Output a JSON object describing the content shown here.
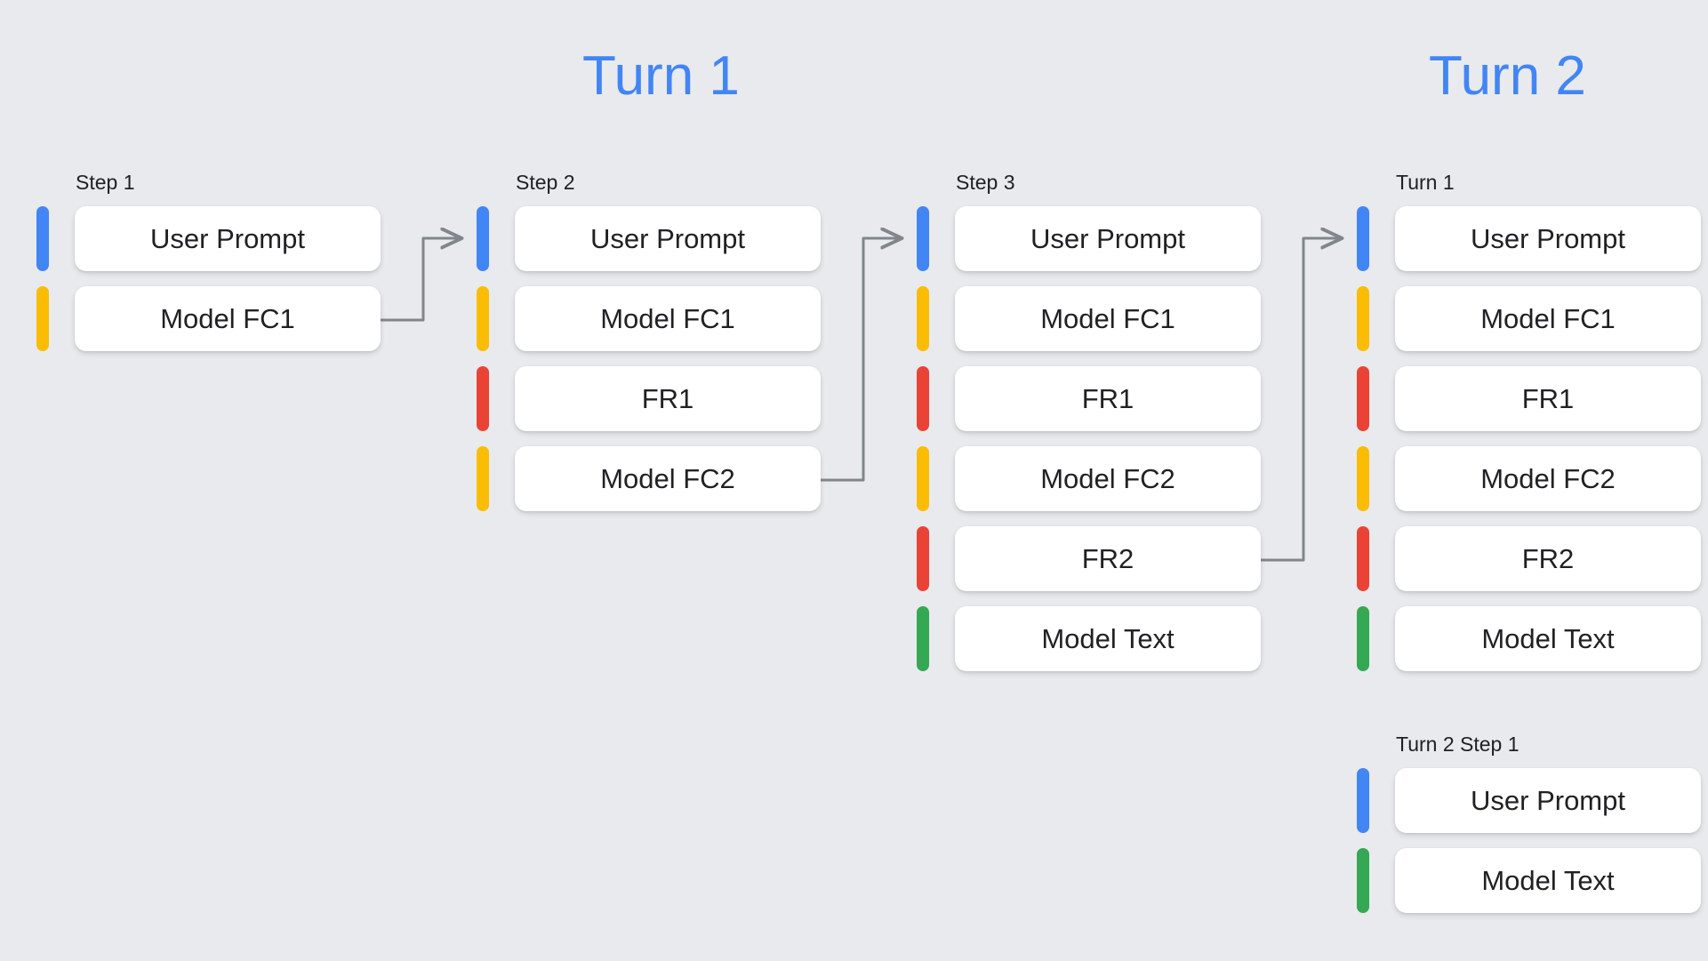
{
  "background_color": "#e8eaed",
  "headings": [
    {
      "id": "turn-1",
      "text": "Turn 1",
      "color": "#4285f4"
    },
    {
      "id": "turn-2",
      "text": "Turn 2",
      "color": "#4285f4"
    }
  ],
  "palette": {
    "user_prompt": "#4285f4",
    "model_fc": "#fbbc04",
    "function_response": "#ea4335",
    "model_text": "#34a853",
    "card_background": "#ffffff",
    "text": "#202124",
    "connector": "#80868b"
  },
  "columns": [
    {
      "id": "step-1",
      "label": "Step 1",
      "rows": [
        {
          "label": "User Prompt",
          "color": "#4285f4",
          "kind": "user-prompt"
        },
        {
          "label": "Model FC1",
          "color": "#fbbc04",
          "kind": "model-function-call"
        }
      ]
    },
    {
      "id": "step-2",
      "label": "Step 2",
      "rows": [
        {
          "label": "User Prompt",
          "color": "#4285f4",
          "kind": "user-prompt"
        },
        {
          "label": "Model FC1",
          "color": "#fbbc04",
          "kind": "model-function-call"
        },
        {
          "label": "FR1",
          "color": "#ea4335",
          "kind": "function-response"
        },
        {
          "label": "Model FC2",
          "color": "#fbbc04",
          "kind": "model-function-call"
        }
      ]
    },
    {
      "id": "step-3",
      "label": "Step 3",
      "rows": [
        {
          "label": "User Prompt",
          "color": "#4285f4",
          "kind": "user-prompt"
        },
        {
          "label": "Model FC1",
          "color": "#fbbc04",
          "kind": "model-function-call"
        },
        {
          "label": "FR1",
          "color": "#ea4335",
          "kind": "function-response"
        },
        {
          "label": "Model FC2",
          "color": "#fbbc04",
          "kind": "model-function-call"
        },
        {
          "label": "FR2",
          "color": "#ea4335",
          "kind": "function-response"
        },
        {
          "label": "Model Text",
          "color": "#34a853",
          "kind": "model-text"
        }
      ]
    },
    {
      "id": "turn2-turn1",
      "label": "Turn 1",
      "rows": [
        {
          "label": "User Prompt",
          "color": "#4285f4",
          "kind": "user-prompt"
        },
        {
          "label": "Model FC1",
          "color": "#fbbc04",
          "kind": "model-function-call"
        },
        {
          "label": "FR1",
          "color": "#ea4335",
          "kind": "function-response"
        },
        {
          "label": "Model FC2",
          "color": "#fbbc04",
          "kind": "model-function-call"
        },
        {
          "label": "FR2",
          "color": "#ea4335",
          "kind": "function-response"
        },
        {
          "label": "Model Text",
          "color": "#34a853",
          "kind": "model-text"
        }
      ]
    },
    {
      "id": "turn2-step1",
      "label": "Turn 2 Step 1",
      "rows": [
        {
          "label": "User Prompt",
          "color": "#4285f4",
          "kind": "user-prompt"
        },
        {
          "label": "Model Text",
          "color": "#34a853",
          "kind": "model-text"
        }
      ]
    }
  ],
  "connectors": [
    {
      "id": "step1-to-step2",
      "from": "step-1 / Model FC1",
      "to": "step-2 / User Prompt"
    },
    {
      "id": "step2-to-step3",
      "from": "step-2 / Model FC2",
      "to": "step-3 / User Prompt"
    },
    {
      "id": "step3-to-turn2",
      "from": "step-3 / FR2",
      "to": "turn2-turn1 / User Prompt"
    }
  ]
}
